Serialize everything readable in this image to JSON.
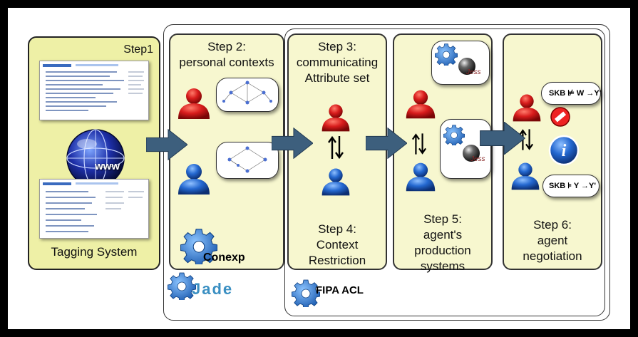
{
  "steps": {
    "step1": "Step1",
    "step2": "Step 2:\npersonal contexts",
    "step3": "Step 3:\ncommunicating\nAttribute set",
    "step4": "Step 4:\nContext\nRestriction",
    "step5": "Step 5:\nagent's\nproduction\nsystems",
    "step6": "Step 6:\nagent\nnegotiation"
  },
  "labels": {
    "tagging_system": "Tagging System",
    "www": "www",
    "conexp": "Conexp",
    "jade": "Jade",
    "fipa_acl": "FIPA ACL",
    "jess": "Jess"
  },
  "bubbles": {
    "skb_w": "SKB ⊭ W →Y'",
    "skb_y": "SKB ⊧ Y →Y'"
  },
  "colors": {
    "panel_fill": "#f7f7cf",
    "step1_fill": "#eef0a6",
    "agent_red": "#d61a1a",
    "agent_blue": "#1f5fc4",
    "arrow_fill": "#3d5f7d",
    "gear_blue": "#2f80d8"
  },
  "icons": [
    "globe-icon",
    "gear-icon",
    "agent-red-icon",
    "agent-blue-icon",
    "block-arrow-icon",
    "no-entry-icon",
    "info-icon",
    "jess-ball-icon",
    "swap-arrows-icon"
  ]
}
